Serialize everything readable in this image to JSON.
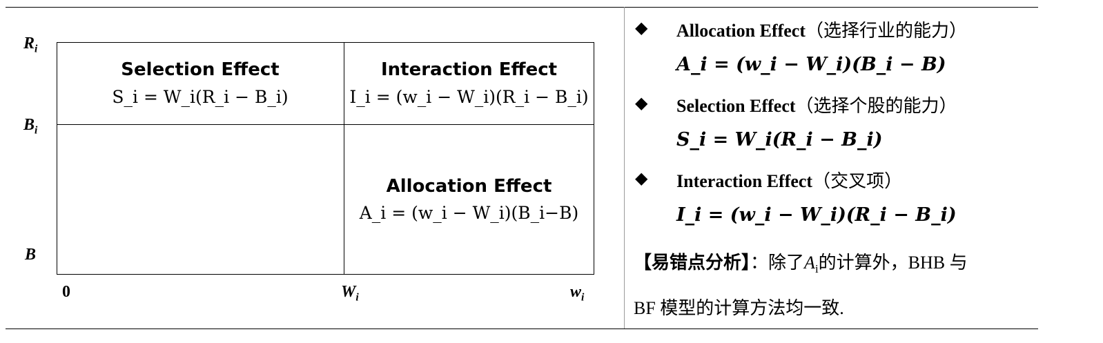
{
  "axes": {
    "y_top": "R",
    "y_top_sub": "i",
    "y_mid": "B",
    "y_mid_sub": "i",
    "y_bottom": "B",
    "x_origin": "0",
    "x_mid": "W",
    "x_mid_sub": "i",
    "x_end": "w",
    "x_end_sub": "i"
  },
  "cells": {
    "selection": {
      "title": "Selection Effect",
      "formula": "S_i = W_i(R_i − B_i)"
    },
    "interaction": {
      "title": "Interaction Effect",
      "formula": "I_i = (w_i − W_i)(R_i − B_i)"
    },
    "allocation": {
      "title": "Allocation Effect",
      "formula": "A_i = (w_i − W_i)(B_i−B)"
    }
  },
  "list": [
    {
      "bullet": "◆",
      "title": "Allocation Effect",
      "cn": "（选择行业的能力）",
      "formula": "A_i = (w_i − W_i)(B_i − B)"
    },
    {
      "bullet": "◆",
      "title": "Selection Effect",
      "cn": "（选择个股的能力）",
      "formula": "S_i = W_i(R_i − B_i)"
    },
    {
      "bullet": "◆",
      "title": "Interaction Effect",
      "cn": "（交叉项）",
      "formula": "I_i = (w_i − W_i)(R_i − B_i)"
    }
  ],
  "note": {
    "label": "【易错点分析】",
    "colon": "：",
    "text_before": "除了",
    "var": "A",
    "var_sub": "i",
    "text_after": "的计算外，BHB 与",
    "line2": "BF 模型的计算方法均一致."
  }
}
